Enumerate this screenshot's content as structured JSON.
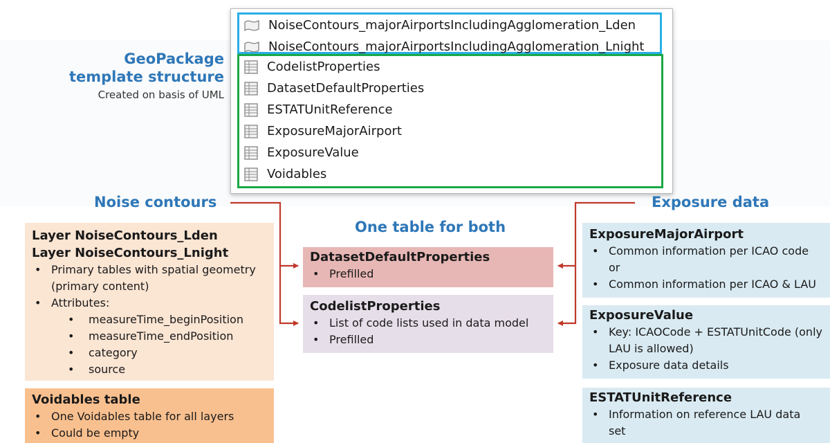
{
  "header": {
    "title_line1": "GeoPackage",
    "title_line2": "template structure",
    "subtitle": "Created on basis of UML"
  },
  "layer_list": {
    "layers": [
      {
        "name": "NoiseContours_majorAirportsIncludingAgglomeration_Lden",
        "icon": "layer-icon"
      },
      {
        "name": "NoiseContours_majorAirportsIncludingAgglomeration_Lnight",
        "icon": "layer-icon"
      }
    ],
    "tables": [
      {
        "name": "CodelistProperties",
        "icon": "table-icon"
      },
      {
        "name": "DatasetDefaultProperties",
        "icon": "table-icon"
      },
      {
        "name": "ESTATUnitReference",
        "icon": "table-icon"
      },
      {
        "name": "ExposureMajorAirport",
        "icon": "table-icon"
      },
      {
        "name": "ExposureValue",
        "icon": "table-icon"
      },
      {
        "name": "Voidables",
        "icon": "table-icon"
      }
    ],
    "highlight_colors": {
      "layers": "#29aee6",
      "tables": "#1aa847"
    }
  },
  "sections": {
    "noise": {
      "heading": "Noise contours",
      "layers_box": {
        "title_line1": "Layer NoiseContours_Lden",
        "title_line2": "Layer NoiseContours_Lnight",
        "bullet1_line1": "Primary tables with spatial geometry",
        "bullet1_line2": "(primary content)",
        "bullet2": "Attributes:",
        "attributes": [
          "measureTime_beginPosition",
          "measureTime_endPosition",
          "category",
          "source"
        ]
      },
      "voidables_box": {
        "title": "Voidables table",
        "bullets": [
          "One Voidables table for all layers",
          "Could be empty"
        ]
      }
    },
    "shared": {
      "heading": "One table for both",
      "ddp_box": {
        "title": "DatasetDefaultProperties",
        "bullets": [
          "Prefilled"
        ]
      },
      "clp_box": {
        "title": "CodelistProperties",
        "bullets": [
          "List of code lists used in data model",
          "Prefilled"
        ]
      }
    },
    "exposure": {
      "heading": "Exposure data",
      "ema_box": {
        "title": "ExposureMajorAirport",
        "bullet1": "Common information per ICAO code",
        "or_text": "or",
        "bullet2": "Common information per ICAO & LAU"
      },
      "ev_box": {
        "title": "ExposureValue",
        "bullet1_line1": "Key: ICAOCode + ESTATUnitCode (only",
        "bullet1_line2": "LAU is allowed)",
        "bullet2": "Exposure data details"
      },
      "estat_box": {
        "title": "ESTATUnitReference",
        "bullet1_line1": "Information on reference LAU data",
        "bullet1_line2": "set"
      }
    }
  },
  "colors": {
    "heading_blue": "#2e77b8",
    "arrow_red": "#c0392b",
    "noise_box": "#fbe5d3",
    "voidables_box": "#f9c08f",
    "ddp_box": "#e7b7b5",
    "clp_box": "#e6dee8",
    "exposure_box": "#d9eaf2"
  }
}
